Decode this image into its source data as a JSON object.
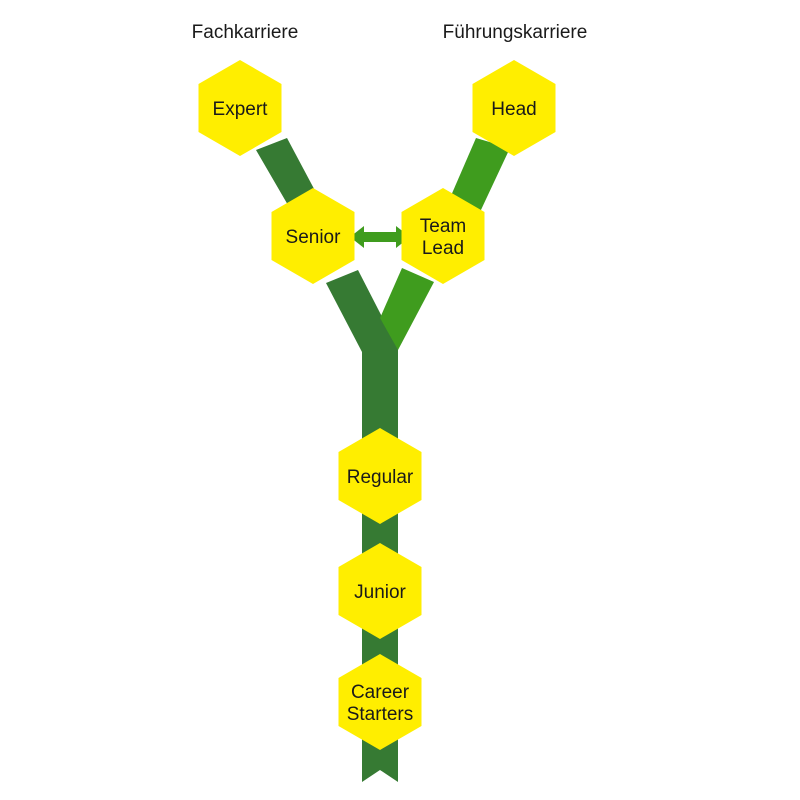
{
  "tracks": {
    "left_label": "Fachkarriere",
    "right_label": "Führungskarriere"
  },
  "nodes": {
    "expert": {
      "lines": [
        "Expert"
      ]
    },
    "head": {
      "lines": [
        "Head"
      ]
    },
    "senior": {
      "lines": [
        "Senior"
      ]
    },
    "team_lead": {
      "lines": [
        "Team",
        "Lead"
      ]
    },
    "regular": {
      "lines": [
        "Regular"
      ]
    },
    "junior": {
      "lines": [
        "Junior"
      ]
    },
    "career_starters": {
      "lines": [
        "Career",
        "Starters"
      ]
    }
  },
  "colors": {
    "hexagon_fill": "#ffee00",
    "trunk_dark_green": "#367a33",
    "branch_light_green": "#3f9c1e",
    "arrow_green": "#3f9c1e",
    "text": "#1a1a1a",
    "background": "#ffffff"
  }
}
